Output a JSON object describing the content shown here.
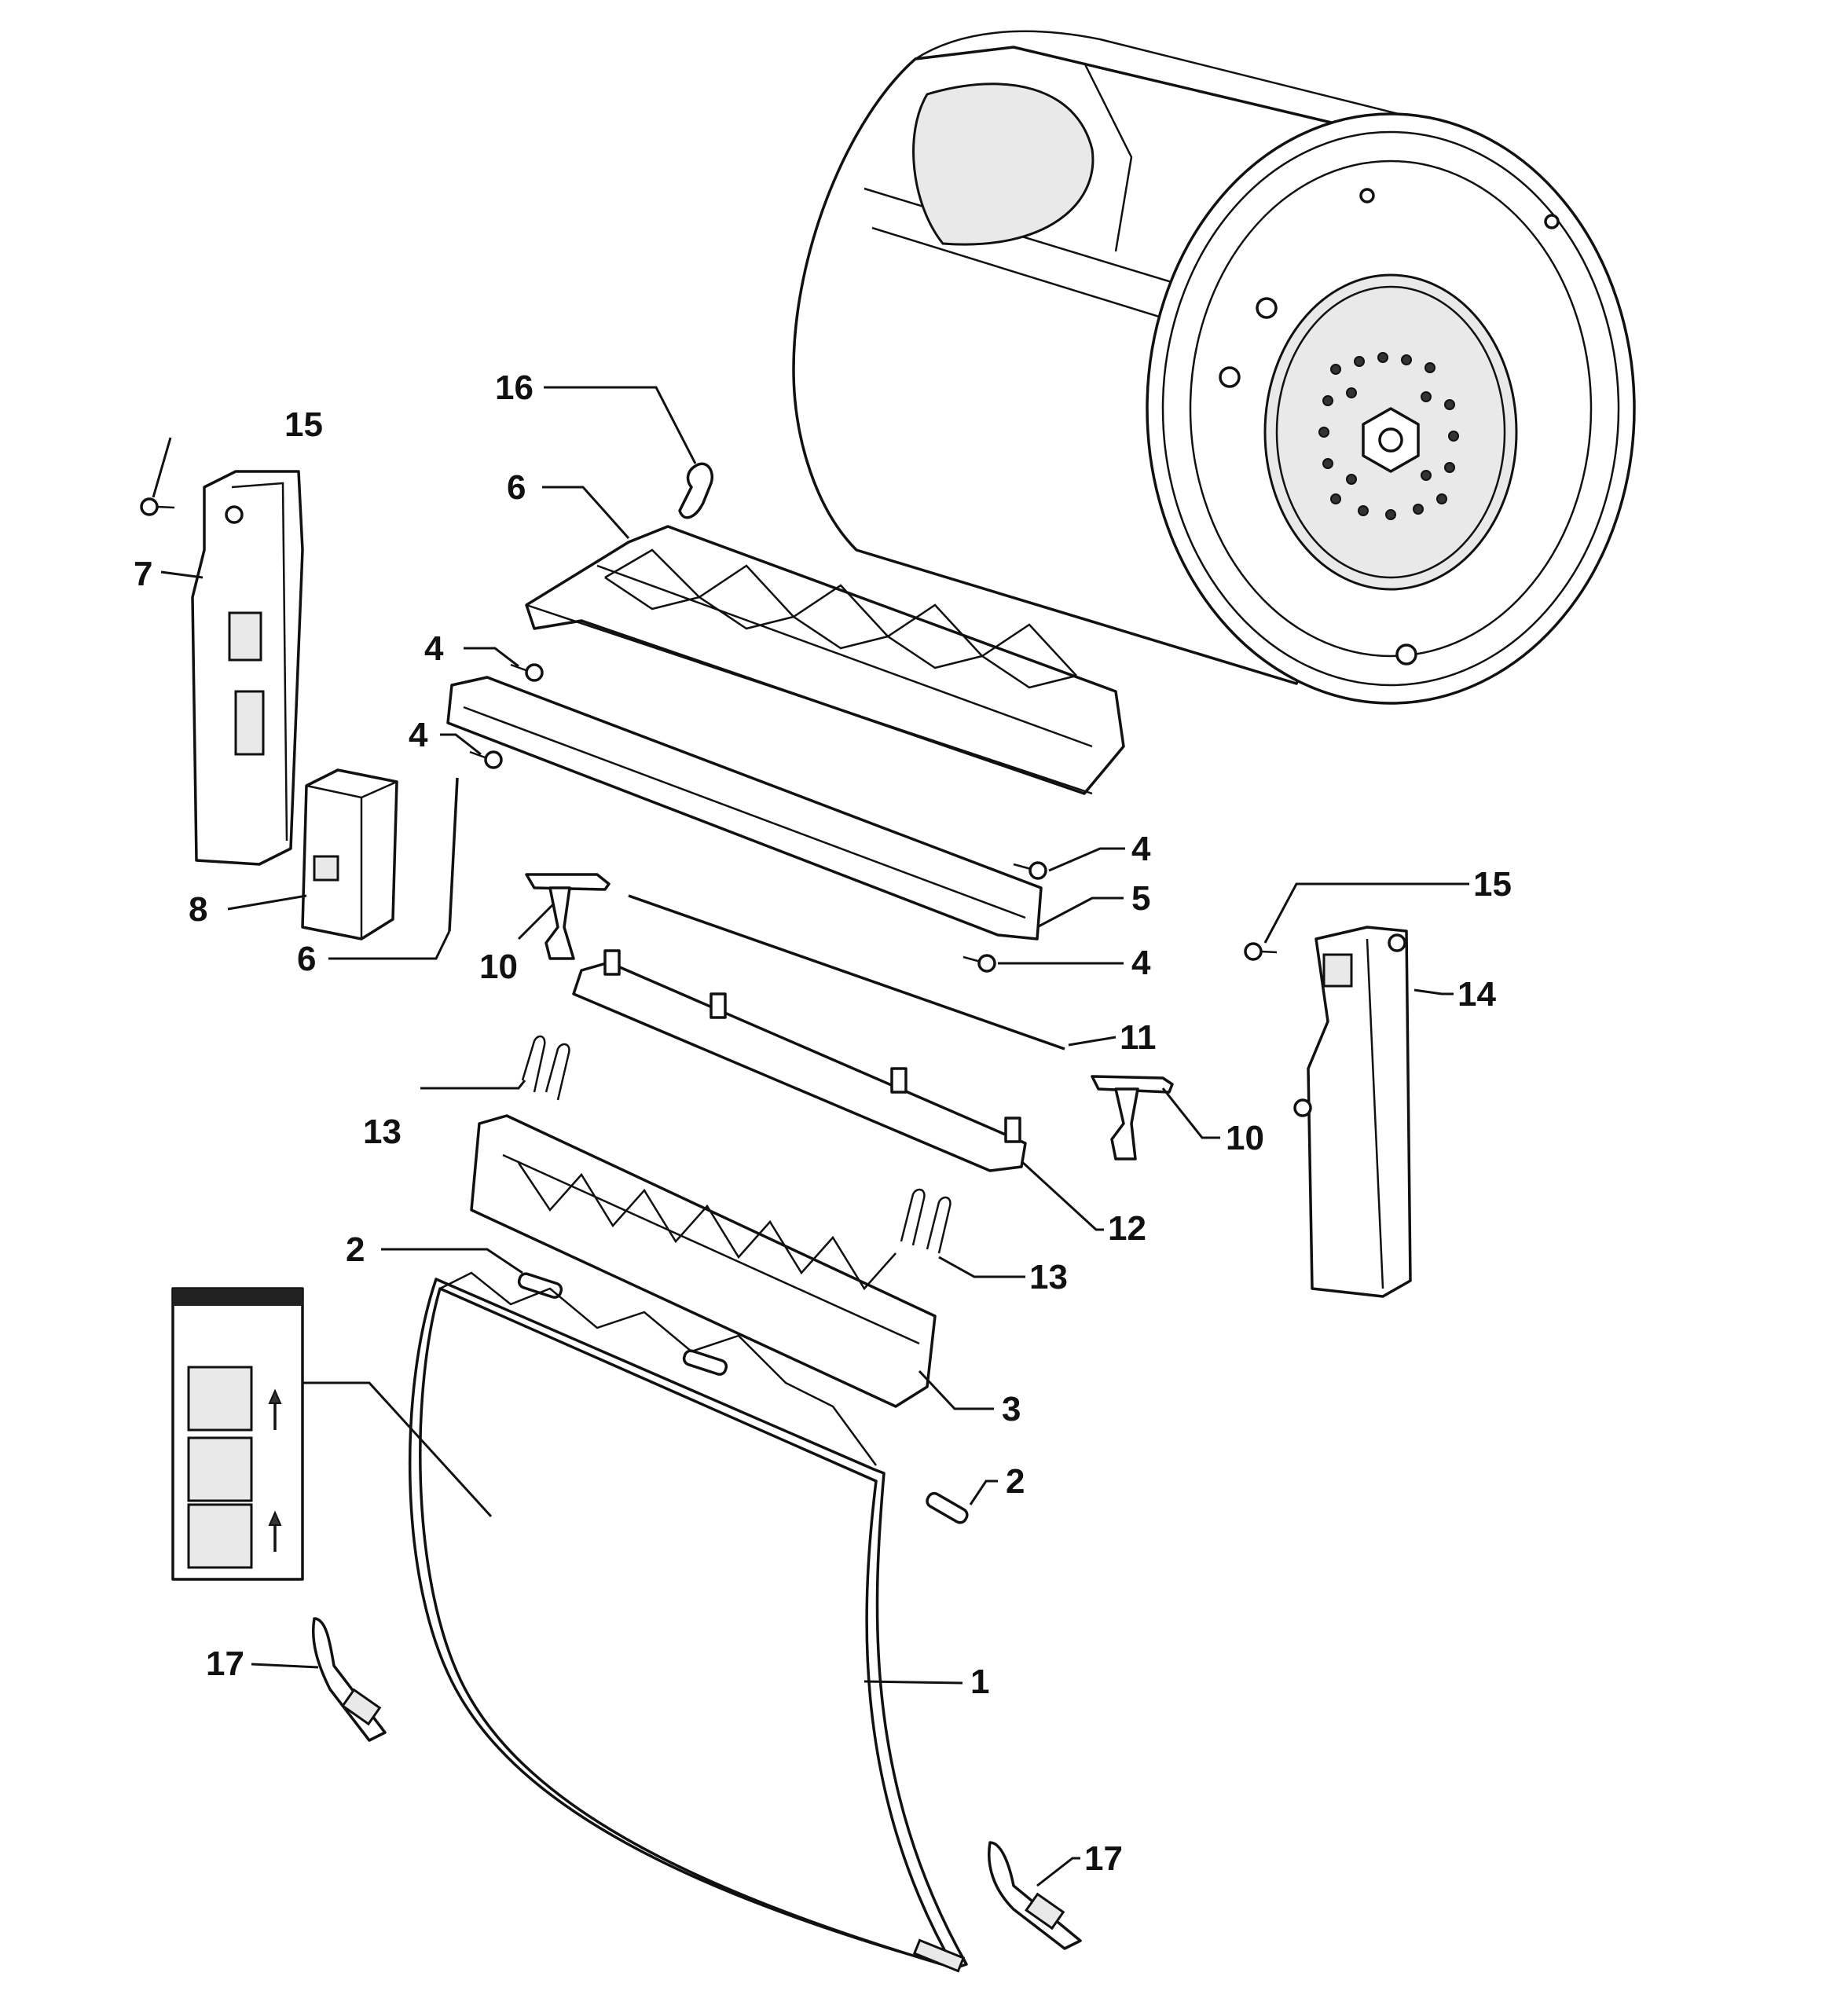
{
  "diagram": {
    "type": "exploded-parts-view",
    "callouts": [
      {
        "id": "c1",
        "label": "1"
      },
      {
        "id": "c2a",
        "label": "2"
      },
      {
        "id": "c2b",
        "label": "2"
      },
      {
        "id": "c3",
        "label": "3"
      },
      {
        "id": "c4a",
        "label": "4"
      },
      {
        "id": "c4b",
        "label": "4"
      },
      {
        "id": "c4c",
        "label": "4"
      },
      {
        "id": "c4d",
        "label": "4"
      },
      {
        "id": "c5",
        "label": "5"
      },
      {
        "id": "c6a",
        "label": "6"
      },
      {
        "id": "c6b",
        "label": "6"
      },
      {
        "id": "c7",
        "label": "7"
      },
      {
        "id": "c8",
        "label": "8"
      },
      {
        "id": "c10a",
        "label": "10"
      },
      {
        "id": "c10b",
        "label": "10"
      },
      {
        "id": "c11",
        "label": "11"
      },
      {
        "id": "c12",
        "label": "12"
      },
      {
        "id": "c13a",
        "label": "13"
      },
      {
        "id": "c13b",
        "label": "13"
      },
      {
        "id": "c14",
        "label": "14"
      },
      {
        "id": "c15a",
        "label": "15"
      },
      {
        "id": "c15b",
        "label": "15"
      },
      {
        "id": "c16",
        "label": "16"
      },
      {
        "id": "c17a",
        "label": "17"
      },
      {
        "id": "c17b",
        "label": "17"
      }
    ]
  },
  "colors": {
    "line": "#111111",
    "background": "#ffffff",
    "label_fill": "#e9e9e9"
  }
}
